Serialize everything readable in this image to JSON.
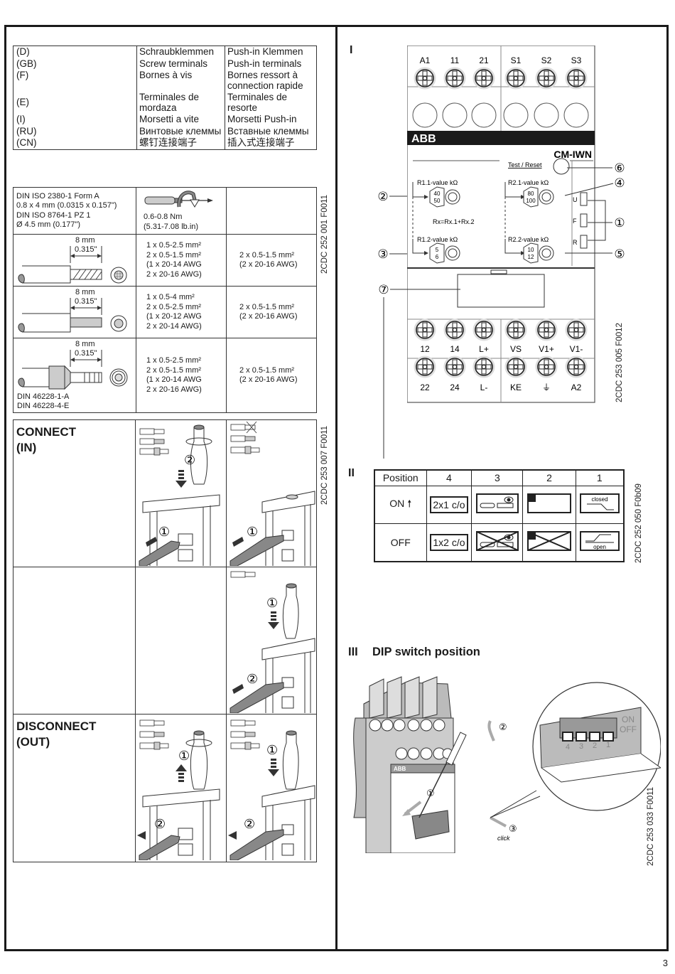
{
  "page": {
    "number": "3"
  },
  "terminal_languages": {
    "rows": [
      {
        "code": "(D)",
        "screw": "Schraubklemmen",
        "pushin": "Push-in Klemmen"
      },
      {
        "code": "(GB)",
        "screw": "Screw terminals",
        "pushin": "Push-in terminals"
      },
      {
        "code": "(F)",
        "screw": "Bornes à vis",
        "pushin": "Bornes ressort à connection rapide"
      },
      {
        "code": "(E)",
        "screw": "Terminales de mordaza",
        "pushin": "Terminales de resorte"
      },
      {
        "code": "(I)",
        "screw": "Morsetti a vite",
        "pushin": "Morsetti Push-in"
      },
      {
        "code": "(RU)",
        "screw": "Винтовые клеммы",
        "pushin": "Вставные клеммы"
      },
      {
        "code": "(CN)",
        "screw": "螺钉连接端子",
        "pushin": "插入式连接端子"
      }
    ]
  },
  "wiring_specs": {
    "figure_code": "2CDC 252 001 F0011",
    "tool": {
      "lines": [
        "DIN ISO 2380-1 Form A",
        "0.8 x 4 mm (0.0315 x 0.157\")",
        "DIN ISO 8764-1 PZ 1",
        "Ø 4.5 mm (0.177\")"
      ],
      "torque": [
        "0.6-0.8 Nm",
        "(5.31-7.08 lb.in)"
      ]
    },
    "strip_length": {
      "mm": "8 mm",
      "inch": "0.315\""
    },
    "rows": [
      {
        "wire": "stranded",
        "screw": [
          "1 x 0.5-2.5 mm²",
          "2 x 0.5-1.5 mm²",
          "(1 x 20-14 AWG",
          "2 x 20-16 AWG)"
        ],
        "pushin": [
          "2 x 0.5-1.5 mm²",
          "(2 x 20-16 AWG)"
        ]
      },
      {
        "wire": "solid",
        "screw": [
          "1 x 0.5-4 mm²",
          "2 x 0.5-2.5 mm²",
          "(1 x 20-12 AWG",
          "2 x 20-14 AWG)"
        ],
        "pushin": [
          "2 x 0.5-1.5 mm²",
          "(2 x 20-16 AWG)"
        ]
      },
      {
        "wire": "ferrule",
        "standards": [
          "DIN 46228-1-A",
          "DIN 46228-4-E"
        ],
        "screw": [
          "1 x 0.5-2.5 mm²",
          "2 x 0.5-1.5 mm²",
          "(1 x 20-14 AWG",
          "2 x 20-16 AWG)"
        ],
        "pushin": [
          "2 x 0.5-1.5 mm²",
          "(2 x 20-16 AWG)"
        ]
      }
    ]
  },
  "procedure": {
    "figure_code": "2CDC 253 007 F0011",
    "connect": {
      "title": "CONNECT",
      "subtitle": "(IN)"
    },
    "disconnect": {
      "title": "DISCONNECT",
      "subtitle": "(OUT)"
    },
    "step_markers": [
      "①",
      "②"
    ]
  },
  "section_I": {
    "label": "I",
    "figure_code": "2CDC 253 005 F0012",
    "brand": "ABB",
    "model": "CM-IWN",
    "test_reset_label": "Test / Reset",
    "top_terminals": [
      "A1",
      "11",
      "21",
      "S1",
      "S2",
      "S3"
    ],
    "bottom_terminals_row1": [
      "12",
      "14",
      "L+",
      "VS",
      "V1+",
      "V1-"
    ],
    "bottom_terminals_row2": [
      "22",
      "24",
      "L-",
      "KE",
      "⏚",
      "A2"
    ],
    "potentiometers": [
      {
        "label": "R1.1-value  kΩ",
        "scale": [
          "40",
          "50"
        ]
      },
      {
        "label": "R1.2-value  kΩ",
        "scale": [
          "5",
          "6"
        ]
      },
      {
        "label": "R2.1-value  kΩ",
        "scale": [
          "80",
          "100"
        ]
      },
      {
        "label": "R2.2-value  kΩ",
        "scale": [
          "10",
          "12"
        ]
      }
    ],
    "formula": "Rx=Rx.1+Rx.2",
    "leds": [
      "U",
      "F",
      "R"
    ],
    "callouts": [
      "①",
      "②",
      "③",
      "④",
      "⑤",
      "⑥",
      "⑦"
    ]
  },
  "section_II": {
    "label": "II",
    "figure_code": "2CDC 252 050 F0b09",
    "header": [
      "Position",
      "4",
      "3",
      "2",
      "1"
    ],
    "on_label": "ON",
    "off_label": "OFF",
    "on_values": {
      "pos4": "2x1 c/o",
      "pos1": "closed"
    },
    "off_values": {
      "pos4": "1x2 c/o",
      "pos1": "open"
    }
  },
  "section_III": {
    "label": "III",
    "title": "DIP switch position",
    "figure_code": "2CDC 253 033 F0011",
    "switch_numbers": [
      "4",
      "3",
      "2",
      "1"
    ],
    "on_label": "ON",
    "off_label": "OFF",
    "click_label": "click",
    "steps": [
      "①",
      "②",
      "③"
    ]
  }
}
